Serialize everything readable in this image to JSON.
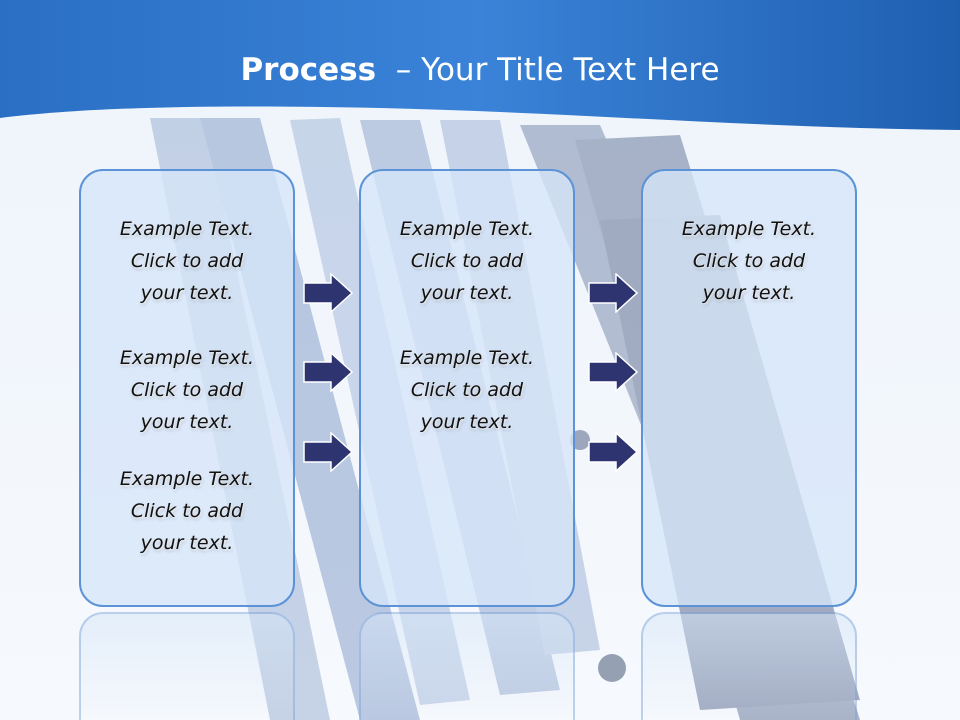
{
  "title": {
    "bold": "Process",
    "rest": "– Your Title Text Here"
  },
  "columns": [
    {
      "items": [
        "Example Text.\nClick  to add\nyour text.",
        "Example Text.\nClick  to add\nyour text.",
        "Example Text.\nClick  to add\nyour text."
      ]
    },
    {
      "items": [
        "Example Text.\nClick  to add\nyour text.",
        "Example Text.\nClick  to add\nyour text."
      ]
    },
    {
      "items": [
        "Example Text.\nClick  to add\nyour text."
      ]
    }
  ],
  "colors": {
    "header": "#2a6fc4",
    "box_border": "#5b93d6",
    "arrow_fill": "#2e3470"
  }
}
